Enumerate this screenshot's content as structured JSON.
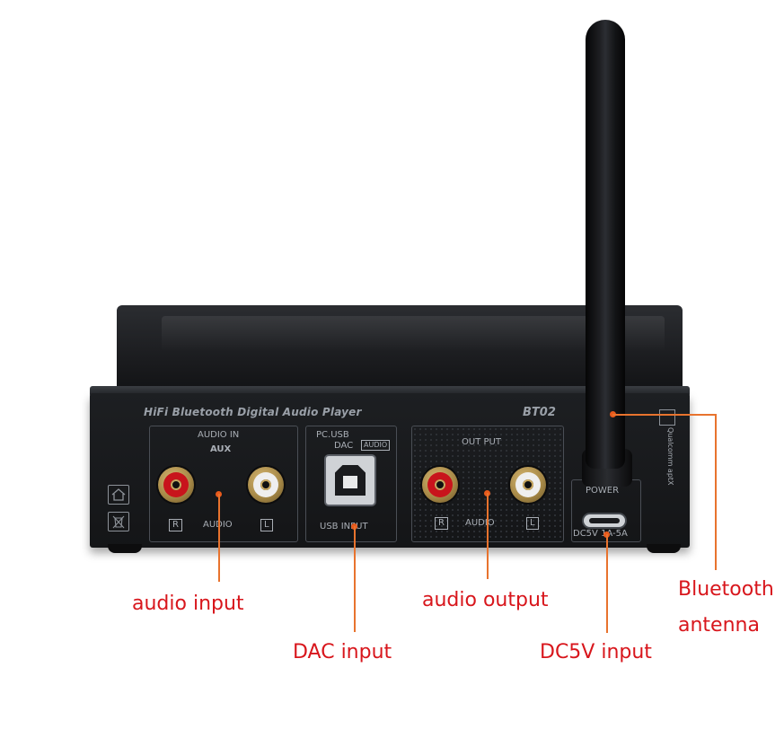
{
  "device": {
    "brand_text": "HiFi Bluetooth Digital Audio Player",
    "model_text": "BT02",
    "aux_panel": {
      "header": "AUDIO IN",
      "sub": "AUX",
      "left_tag": "R",
      "middle": "AUDIO",
      "right_tag": "L"
    },
    "usb_panel": {
      "line1": "PC.USB",
      "line2": "DAC",
      "icon_text": "AUDIO",
      "bottom": "USB INPUT"
    },
    "out_panel": {
      "header": "OUT PUT",
      "left_tag": "R",
      "middle": "AUDIO",
      "right_tag": "L"
    },
    "power_panel": {
      "header": "POWER",
      "rating": "DC5V 1A-5A"
    },
    "sticker_text": "Qualcomm aptX"
  },
  "callouts": {
    "audio_input": "audio input",
    "dac_input": "DAC input",
    "audio_output": "audio output",
    "dc5v_input": "DC5V input",
    "bluetooth_line1": "Bluetooth",
    "bluetooth_line2": "antenna"
  },
  "colors": {
    "callout_text": "#d8161c",
    "callout_line": "#e8732e",
    "rca_right_ring": "#c8141c",
    "rca_left_ring": "#efefef"
  },
  "icons": [
    "home-icon",
    "recycle-bin-crossed-icon",
    "usb-icon",
    "antenna-icon"
  ]
}
